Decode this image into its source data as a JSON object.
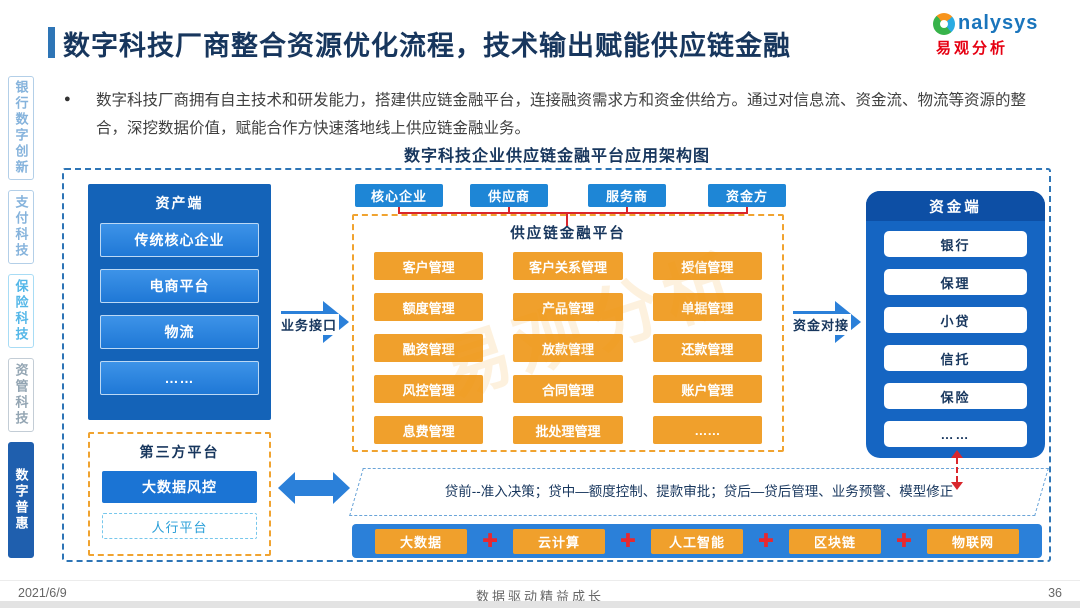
{
  "slide": {
    "title": "数字科技厂商整合资源优化流程，技术输出赋能供应链金融",
    "intro": "数字科技厂商拥有自主技术和研发能力，搭建供应链金融平台，连接融资需求方和资金供给方。通过对信息流、资金流、物流等资源的整合，深挖数据价值，赋能合作方快速落地线上供应链金融业务。",
    "bullet": "●",
    "diagram_title": "数字科技企业供应链金融平台应用架构图",
    "watermark": "易观分析",
    "brand": {
      "wordmark": "nalysys",
      "cn": "易观分析"
    },
    "footer": {
      "date": "2021/6/9",
      "slogan": "数据驱动精益成长",
      "page": "36"
    },
    "colors": {
      "accent_blue": "#2e75b6",
      "box_blue": "#1e86d6",
      "box_orange": "#f0a02c",
      "red": "#d9262c",
      "navy": "#17365d",
      "brand_red": "#e60012"
    }
  },
  "sidebar": {
    "items": [
      "银行数字创新",
      "支付科技",
      "保险科技",
      "资管科技",
      "数字普惠"
    ]
  },
  "diagram": {
    "asset_panel": {
      "title": "资产端",
      "items": [
        "传统核心企业",
        "电商平台",
        "物流",
        "……"
      ]
    },
    "third_party_panel": {
      "title": "第三方平台",
      "items": [
        "大数据风控",
        "人行平台"
      ]
    },
    "business_arrow_label": "业务接口",
    "funding_arrow_label": "资金对接",
    "parties": [
      "核心企业",
      "供应商",
      "服务商",
      "资金方"
    ],
    "platform": {
      "title": "供应链金融平台",
      "modules": [
        "客户管理",
        "客户关系管理",
        "授信管理",
        "额度管理",
        "产品管理",
        "单据管理",
        "融资管理",
        "放款管理",
        "还款管理",
        "风控管理",
        "合同管理",
        "账户管理",
        "息费管理",
        "批处理管理",
        "……"
      ]
    },
    "funding_panel": {
      "title": "资金端",
      "items": [
        "银行",
        "保理",
        "小贷",
        "信托",
        "保险",
        "……"
      ]
    },
    "loan_process": "贷前--准入决策；贷中—额度控制、提款审批；贷后—贷后管理、业务预警、模型修正",
    "tech_bar": {
      "items": [
        "大数据",
        "云计算",
        "人工智能",
        "区块链",
        "物联网"
      ],
      "plus_icon": "✚"
    }
  }
}
